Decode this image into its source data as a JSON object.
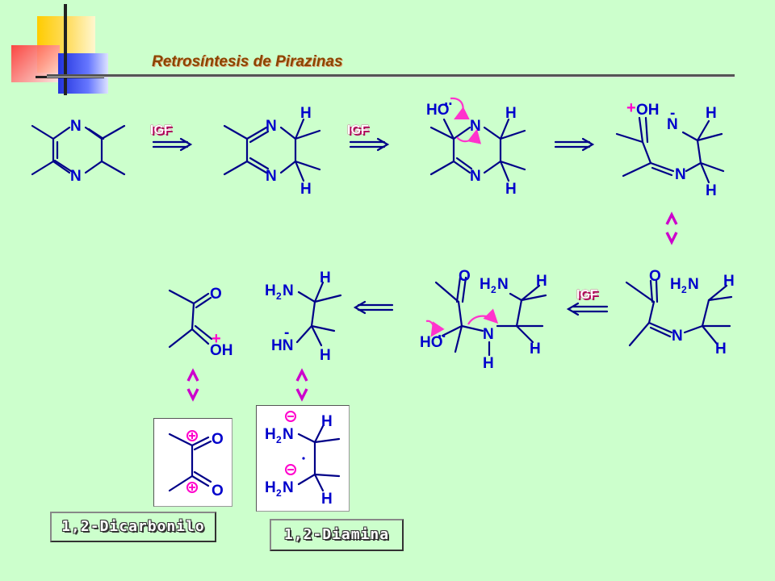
{
  "slide": {
    "title": "Retrosíntesis de Pirazinas"
  },
  "atoms": {
    "N": "N",
    "H": "H",
    "O": "O",
    "HO": "HO",
    "OH": "OH",
    "HN": "HN",
    "H2N_H": "H",
    "H2N_sub": "2",
    "H2N_N": "N"
  },
  "charges": {
    "plus": "+",
    "minus": "-",
    "lone_pair": ".."
  },
  "transforms": {
    "igf": "IGF"
  },
  "labels": {
    "dicarbonyl": "1,2-Dicarbonilo",
    "diamine": "1,2-Diamina"
  },
  "colors": {
    "background": "#ccffcc",
    "bond": "#000088",
    "atom": "#0000cc",
    "arrow_pink": "#ff33cc",
    "chevron": "#cc00cc",
    "title": "#8a4500"
  }
}
